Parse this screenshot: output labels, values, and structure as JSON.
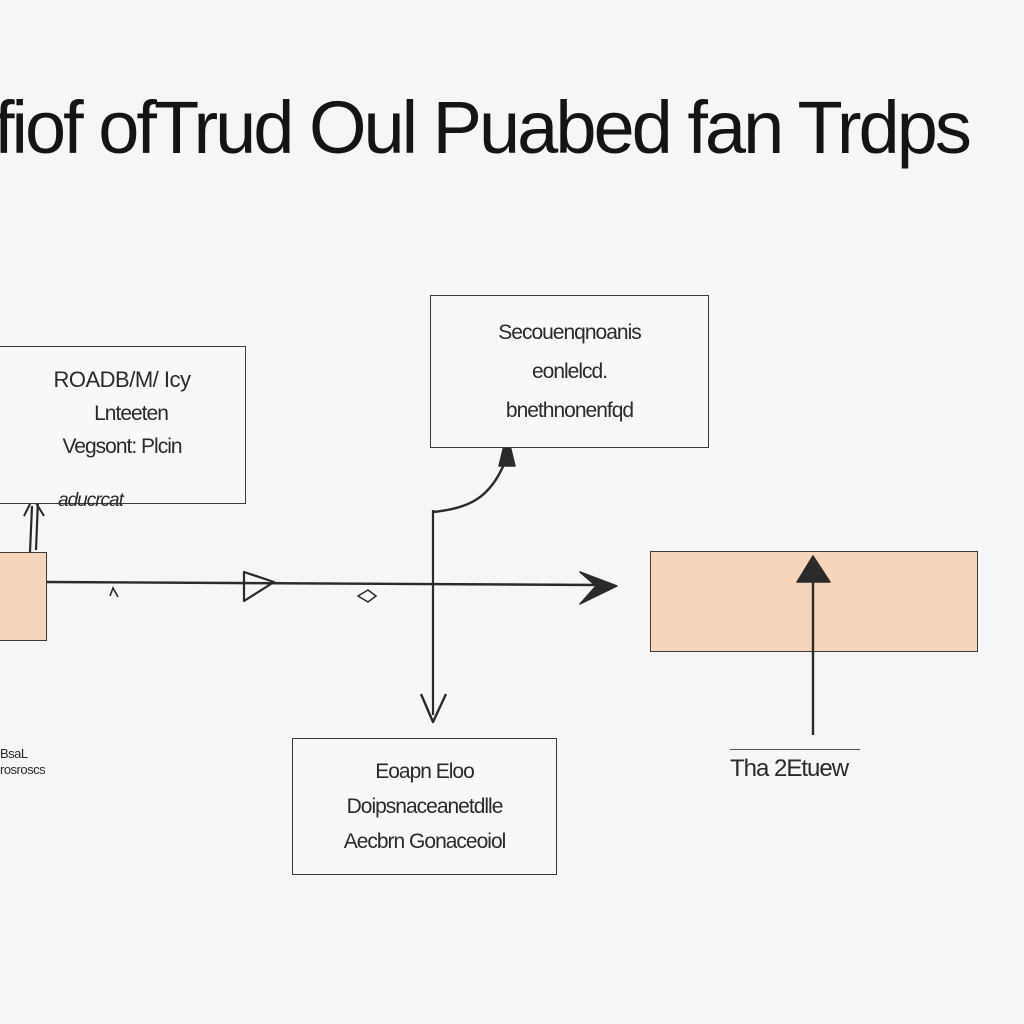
{
  "title": "fiof ofTrud Oul Puabed fan Trdps",
  "boxes": {
    "left": {
      "line1": "ROADB/M/ Icy",
      "line2": "Lnteeten",
      "line3": "Vegsont: Plcin"
    },
    "top": {
      "line1": "Secouenqnoanis",
      "line2": "eonlelcd.",
      "line3": "bnethnonenfqd"
    },
    "bottom": {
      "line1": "Eoapn Eloo",
      "line2": "Doipsnaceanetdlle",
      "line3": "Aecbrn Gonaceoiol"
    }
  },
  "labels": {
    "under_left": "aducrcat",
    "footnote_line1": "BsaL",
    "footnote_line2": "rosroscs",
    "right_caption": "Tha 2Etuew"
  },
  "colors": {
    "background": "#f7f6f6",
    "box_fill": "#f7d5bb",
    "stroke": "#2a2a2a"
  }
}
